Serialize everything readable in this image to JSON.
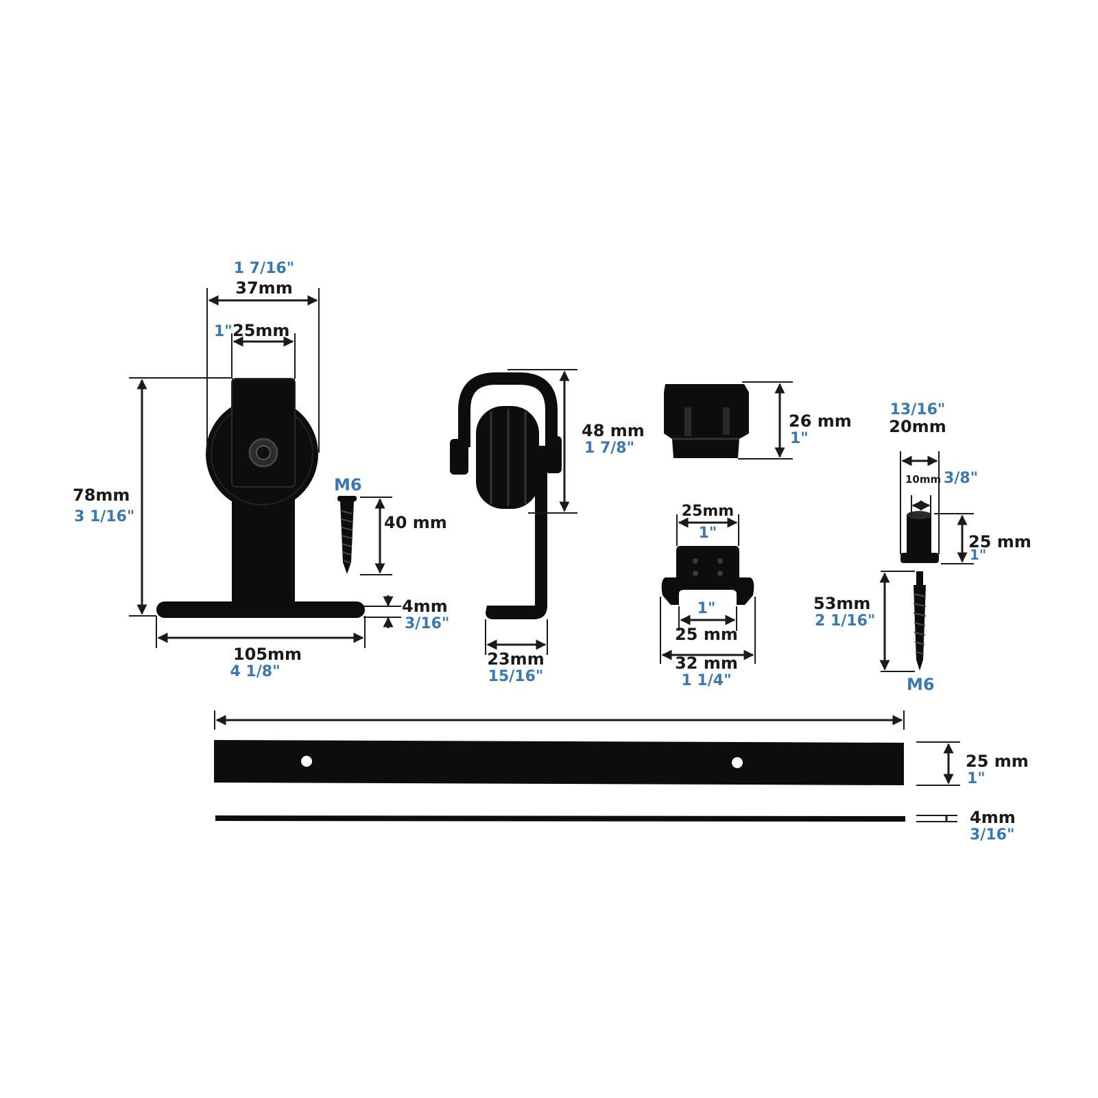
{
  "colors": {
    "metric": "#1a1a1a",
    "imperial": "#3b78b0",
    "hardware": "#0d0d0d",
    "background": "#ffffff"
  },
  "hanger": {
    "wheel_width_inch": "1 7/16\"",
    "wheel_width_mm": "37mm",
    "strap_width_inch": "1\"",
    "strap_width_mm": "25mm",
    "height_mm": "78mm",
    "height_inch": "3 1/16\"",
    "base_length_mm": "105mm",
    "base_length_inch": "4 1/8\"",
    "plate_thickness_mm": "4mm",
    "plate_thickness_inch": "3/16\""
  },
  "hanger_screw": {
    "thread": "M6",
    "length": "40 mm"
  },
  "stop": {
    "height_mm": "48 mm",
    "height_inch": "1 7/8\"",
    "foot_width_mm": "23mm",
    "foot_width_inch": "15/16\""
  },
  "anti_jump": {
    "height_mm": "26 mm",
    "height_inch": "1\""
  },
  "floor_guide": {
    "top_width_mm": "25mm",
    "top_width_inch": "1\"",
    "channel_inch": "1\"",
    "channel_mm": "25 mm",
    "outer_width_mm": "32 mm",
    "outer_width_inch": "1 1/4\""
  },
  "spacer": {
    "outer_inch": "13/16\"",
    "outer_mm": "20mm",
    "inner_mm": "10mm",
    "inner_inch": "3/8\"",
    "height_mm": "25 mm",
    "height_inch": "1\"",
    "screw_length_mm": "53mm",
    "screw_length_inch": "2 1/16\"",
    "screw_thread": "M6"
  },
  "rail": {
    "width_mm": "25 mm",
    "width_inch": "1\"",
    "thickness_mm": "4mm",
    "thickness_inch": "3/16\""
  }
}
